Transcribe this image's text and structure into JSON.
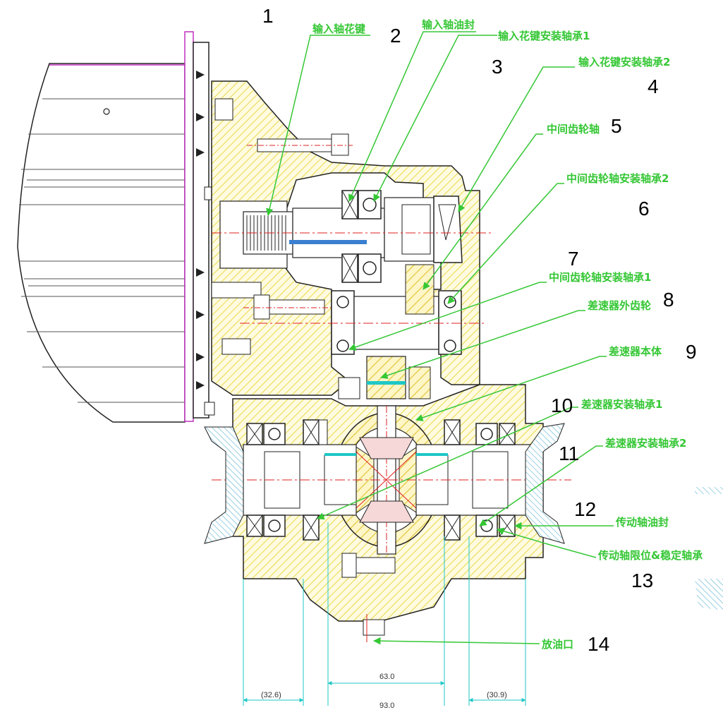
{
  "callouts": [
    {
      "num": "1",
      "label": "输入轴花键"
    },
    {
      "num": "2",
      "label": "输入轴油封"
    },
    {
      "num": "3",
      "label": "输入花键安装轴承1"
    },
    {
      "num": "4",
      "label": "输入花键安装轴承2"
    },
    {
      "num": "5",
      "label": "中间齿轮轴"
    },
    {
      "num": "6",
      "label": "中间齿轮轴安装轴承2"
    },
    {
      "num": "7",
      "label": "中间齿轮轴安装轴承1"
    },
    {
      "num": "8",
      "label": "差速器外齿轮"
    },
    {
      "num": "9",
      "label": "差速器本体"
    },
    {
      "num": "10",
      "label": "差速器安装轴承1"
    },
    {
      "num": "11",
      "label": "差速器安装轴承2"
    },
    {
      "num": "12",
      "label": "传动轴油封"
    },
    {
      "num": "13",
      "label": "传动轴限位&稳定轴承"
    },
    {
      "num": "14",
      "label": "放油口"
    }
  ],
  "dimensions": {
    "left": "(32.6)",
    "center": "63.0",
    "bottom": "93.0",
    "right": "(30.9)"
  },
  "colors": {
    "leader": "#35c735",
    "section_hatch": "#e8d84a",
    "bearing": "#1a1a1a",
    "centerline": "#e02020",
    "dimension": "#1fc7c7",
    "motor_edge": "#c030c0",
    "shaft_blue": "#3a7fd0"
  }
}
